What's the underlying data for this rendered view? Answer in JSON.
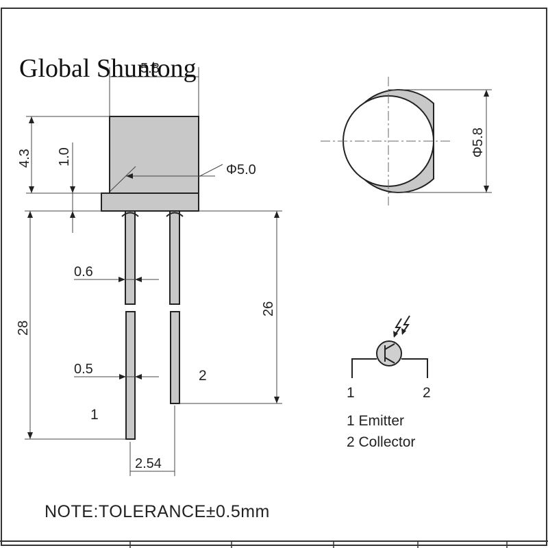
{
  "watermark": "Global Shuntong",
  "top_width_label": "5.8",
  "dimensions": {
    "body_height": "4.3",
    "flange_height": "1.0",
    "body_diameter": "Φ5.0",
    "outer_diameter": "Φ5.8",
    "lead_width_top": "0.6",
    "lead_width_bottom": "0.5",
    "lead_length_long": "28",
    "lead_length_short": "26",
    "pitch": "2.54"
  },
  "pin_numbers": {
    "pin1": "1",
    "pin2": "2"
  },
  "schematic": {
    "pin1": "1",
    "pin2": "2",
    "legend_1": "1 Emitter",
    "legend_2": "2 Collector"
  },
  "note": "NOTE:TOLERANCE±0.5mm",
  "colors": {
    "body_fill": "#c8c8c8",
    "line": "#222222"
  }
}
